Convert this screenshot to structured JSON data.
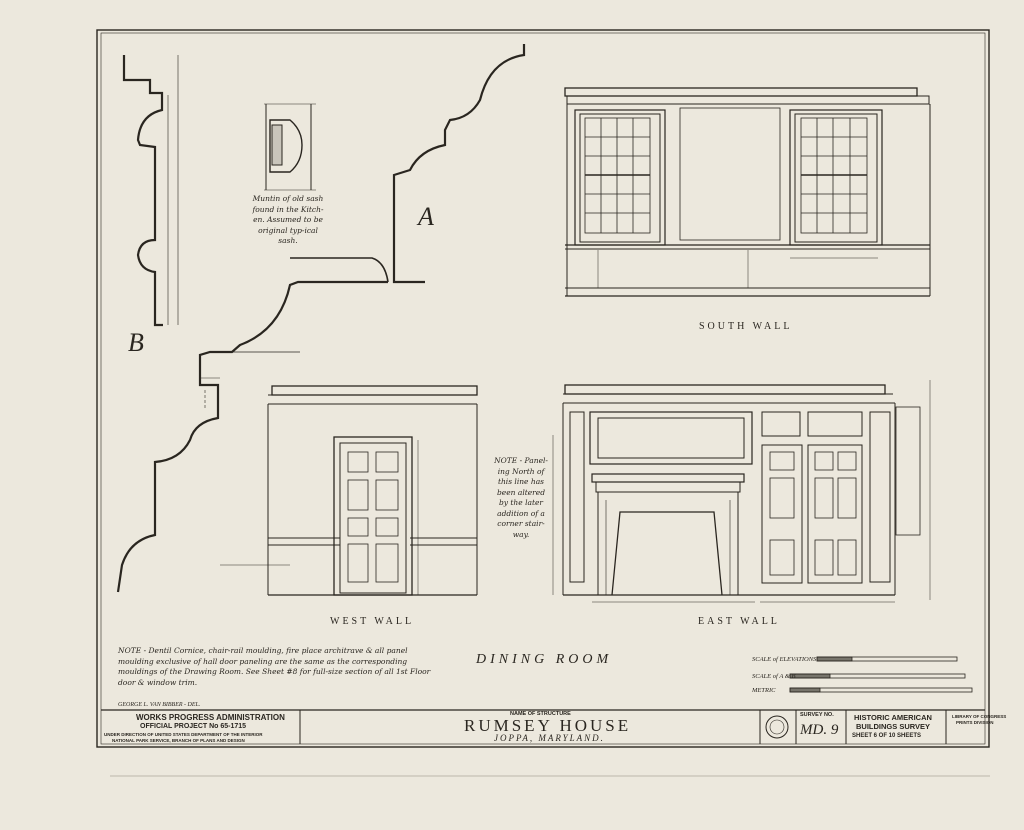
{
  "drawing": {
    "muntin_note": "Muntin of old sash found in the Kitch-en. Assumed to be original typ-ical sash.",
    "profile_a_label": "A",
    "profile_b_label": "B",
    "south_wall_label": "SOUTH WALL",
    "west_wall_label": "WEST WALL",
    "east_wall_label": "EAST WALL",
    "paneling_note": "NOTE - Panel-ing North of this line has been altered by the later addition of a corner stair-way.",
    "room_title": "DINING ROOM",
    "general_note": "NOTE - Dentil Cornice, chair-rail moulding, fire place architrave & all panel moulding exclusive of hall door paneling are the same as the corresponding mouldings of the Drawing Room. See Sheet #8 for full-size section of all 1st Floor door & window trim.",
    "scale_elevations_label": "SCALE of ELEVATIONS",
    "scale_ab_label": "SCALE of A & B",
    "metric_label": "METRIC"
  },
  "title_block": {
    "delineator": "GEORGE L. VAN BIBBER - DEL.",
    "agency": "WORKS PROGRESS ADMINISTRATION",
    "project": "OFFICIAL PROJECT  No 65-1715",
    "direction_1": "UNDER DIRECTION OF UNITED STATES DEPARTMENT OF THE INTERIOR",
    "direction_2": "NATIONAL PARK SERVICE, BRANCH OF PLANS AND DESIGN",
    "name_of_structure_label": "NAME OF STRUCTURE",
    "structure_name": "RUMSEY HOUSE",
    "location": "JOPPA, MARYLAND.",
    "survey_no_label": "SURVEY NO.",
    "survey_no": "MD. 9",
    "survey_title_1": "HISTORIC AMERICAN",
    "survey_title_2": "BUILDINGS SURVEY",
    "sheet_label": "SHEET 6 OF 10 SHEETS",
    "library_1": "LIBRARY OF CONGRESS",
    "library_2": "PRINTS DIVISION"
  }
}
